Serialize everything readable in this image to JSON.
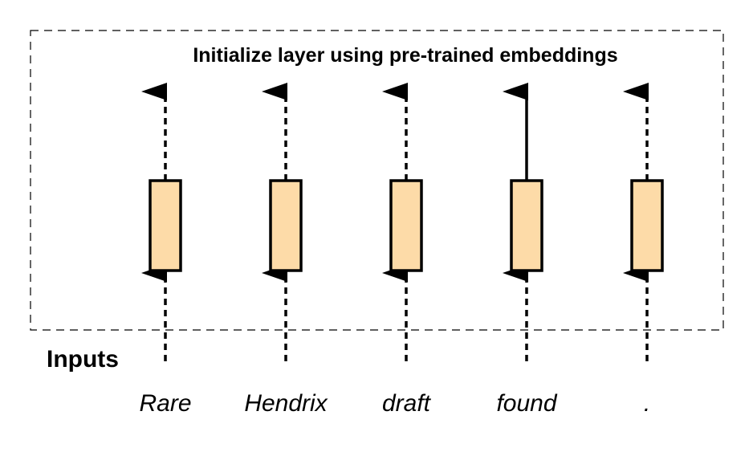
{
  "diagram": {
    "title": "Initialize layer using pre-trained embeddings",
    "inputs_label": "Inputs",
    "box_fill": "#FDDBA8",
    "line_color": "#000000",
    "tokens": [
      {
        "word": "Rare",
        "output_style": "dashed"
      },
      {
        "word": "Hendrix",
        "output_style": "dashed"
      },
      {
        "word": "draft",
        "output_style": "dashed"
      },
      {
        "word": "found",
        "output_style": "solid"
      },
      {
        "word": ".",
        "output_style": "dashed"
      }
    ]
  }
}
